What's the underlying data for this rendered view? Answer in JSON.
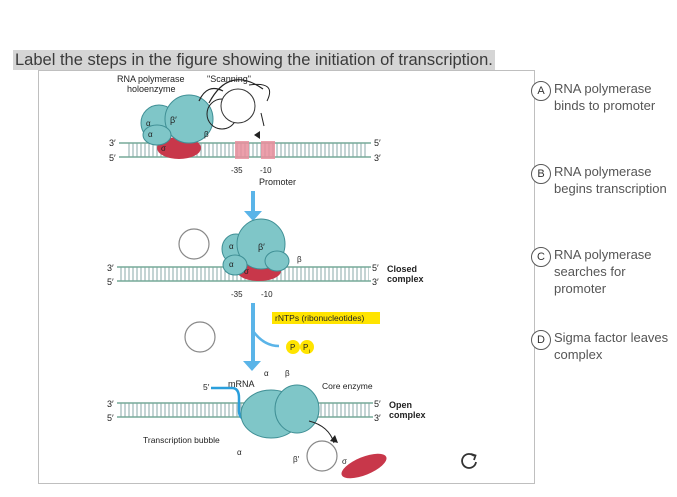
{
  "question": {
    "title": "Label the steps in the figure showing the initiation of transcription."
  },
  "figure": {
    "top": {
      "label_rnap": "RNA polymerase",
      "label_holo": "holoenzyme",
      "label_scanning": "\"Scanning\"",
      "alpha1": "α",
      "alpha2": "α",
      "beta_prime": "β′",
      "beta": "β",
      "sigma": "σ",
      "end_3_left": "3′",
      "end_5_left": "5′",
      "end_5_right": "5′",
      "end_3_right": "3′",
      "pos_35": "-35",
      "pos_10": "-10",
      "promoter": "Promoter"
    },
    "middle": {
      "alpha1": "α",
      "alpha2": "α",
      "beta_prime": "β′",
      "beta": "β",
      "sigma": "σ",
      "end_3_left": "3′",
      "end_5_left": "5′",
      "end_5_right": "5′",
      "end_3_right": "3′",
      "closed": "Closed",
      "complex": "complex",
      "pos_35": "-35",
      "pos_10": "-10",
      "ntps": "rNTPs (ribonucleotides)",
      "p1": "P",
      "p2": "P",
      "p2_sub": "i"
    },
    "bottom": {
      "alpha_top": "α",
      "beta_top": "β",
      "mrna_5": "5′",
      "mrna": "mRNA",
      "core": "Core enzyme",
      "end_3_left": "3′",
      "end_5_left": "5′",
      "end_5_right": "5′",
      "end_3_right": "3′",
      "open": "Open",
      "complex": "complex",
      "bubble": "Transcription bubble",
      "alpha_bottom": "α",
      "beta_prime": "β′",
      "sigma": "σ"
    }
  },
  "options": [
    {
      "letter": "A",
      "text": "RNA polymerase binds to promoter"
    },
    {
      "letter": "B",
      "text": "RNA polymerase begins transcription"
    },
    {
      "letter": "C",
      "text": "RNA polymerase searches for promoter"
    },
    {
      "letter": "D",
      "text": "Sigma factor leaves complex"
    }
  ],
  "colors": {
    "enzyme": "#7fc6c8",
    "enzyme_stroke": "#3f8f95",
    "sigma": "#c8374a",
    "dna_pink": "#e98e9c",
    "arrow_blue": "#5ab4e8",
    "highlight": "#ffe400"
  },
  "icons": {
    "reset": "reset-icon"
  }
}
